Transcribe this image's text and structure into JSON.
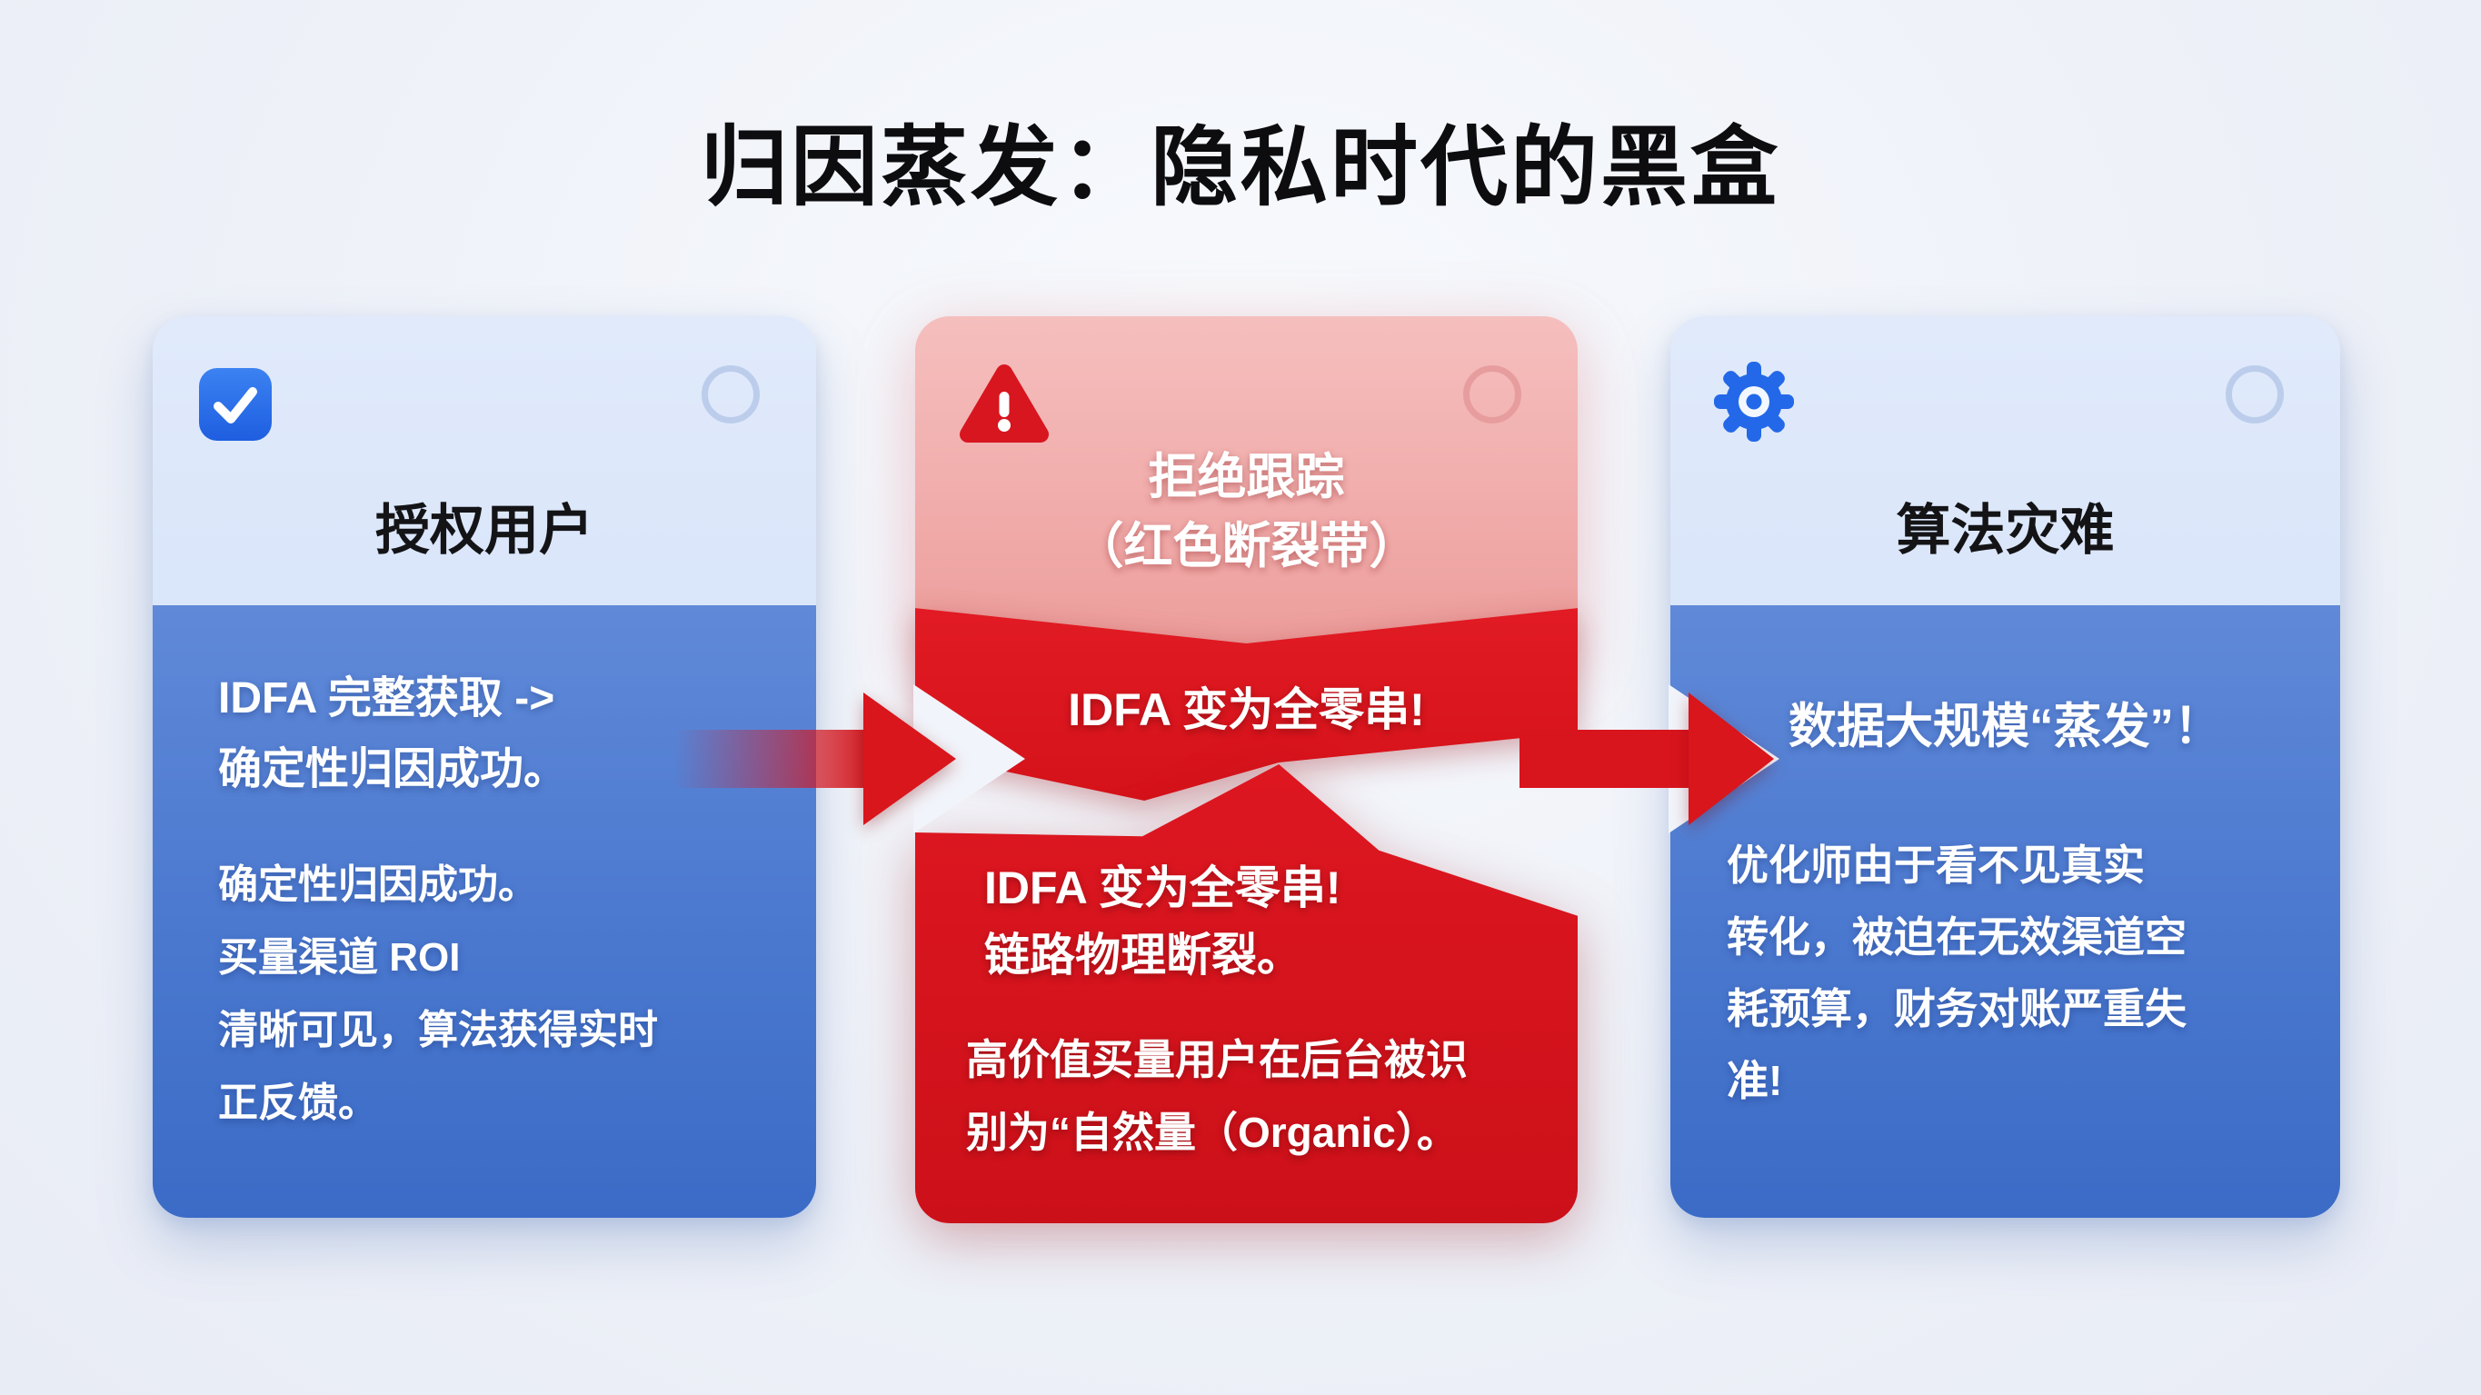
{
  "page": {
    "title": "归因蒸发：隐私时代的黑盒"
  },
  "cards": {
    "authorized": {
      "title": "授权用户",
      "icon": "checkbox-icon",
      "lead": "IDFA 完整获取 ->\n确定性归因成功。",
      "body": "确定性归因成功。\n买量渠道 ROI\n清晰可见，算法获得实时\n正反馈。"
    },
    "blocked": {
      "title": "拒绝跟踪\n（红色断裂带）",
      "icon": "warning-icon",
      "band": "IDFA 变为全零串!",
      "lead": "IDFA 变为全零串!\n链路物理断裂。",
      "body": "高价值买量用户在后台被识\n别为“自然量（Organic）。"
    },
    "disaster": {
      "title": "算法灾难",
      "icon": "gear-icon",
      "lead": "数据大规模“蒸发”！",
      "body": "优化师由于看不见真实\n转化，被迫在无效渠道空\n耗预算，财务对账严重失\n准!"
    }
  },
  "colors": {
    "accent_red": "#d7141c",
    "card_blue_top": "#6089d8",
    "card_blue_bottom": "#3b6bc6",
    "header_blue": "#d4e1f8",
    "header_pink": "#f2b0ae",
    "icon_blue": "#2368e8",
    "background": "#eef1f8",
    "title_color": "#0d0d10"
  }
}
